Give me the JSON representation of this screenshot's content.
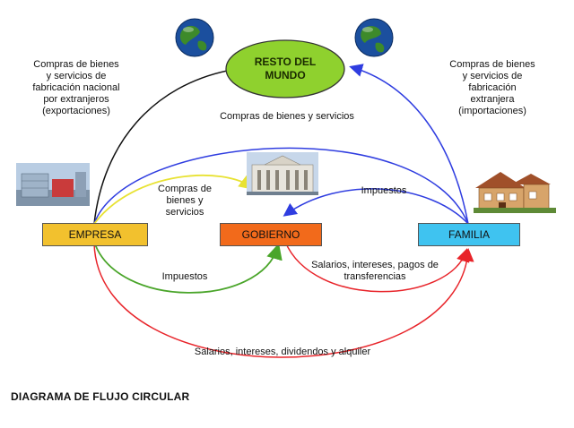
{
  "nodes": {
    "resto": "RESTO DEL MUNDO",
    "empresa": "EMPRESA",
    "gobierno": "GOBIERNO",
    "familia": "FAMILIA"
  },
  "labels": {
    "exportaciones": [
      "Compras de bienes",
      "y servicios de",
      "fabricación nacional",
      "por extranjeros",
      "(exportaciones)"
    ],
    "importaciones": [
      "Compras de bienes",
      "y servicios de",
      "fabricación",
      "extranjera",
      "(importaciones)"
    ],
    "compras_bienes": "Compras de bienes y servicios",
    "compras_gob": [
      "Compras de",
      "bienes y",
      "servicios"
    ],
    "impuestos_fam": "Impuestos",
    "impuestos_emp": "Impuestos",
    "salarios_transf": [
      "Salarios, intereses, pagos de",
      "transferencias"
    ],
    "salarios_div": "Salarios, intereses, dividendos y alquiler"
  },
  "footer_title": "DIAGRAMA DE FLUJO CIRCULAR",
  "colors": {
    "empresa_box": "#f2c12e",
    "gobierno_box": "#f26a1b",
    "familia_box": "#3fc3f0",
    "resto_ellipse": "#8fd12e",
    "black_flow": "#111111",
    "blue_flow": "#2f3de0",
    "yellow_flow": "#e8e233",
    "green_flow": "#4aa52a",
    "red_flow": "#e8242a"
  },
  "icons": [
    "globe-icon",
    "globe-icon",
    "factory-icon",
    "government-building-icon",
    "house-icon"
  ]
}
